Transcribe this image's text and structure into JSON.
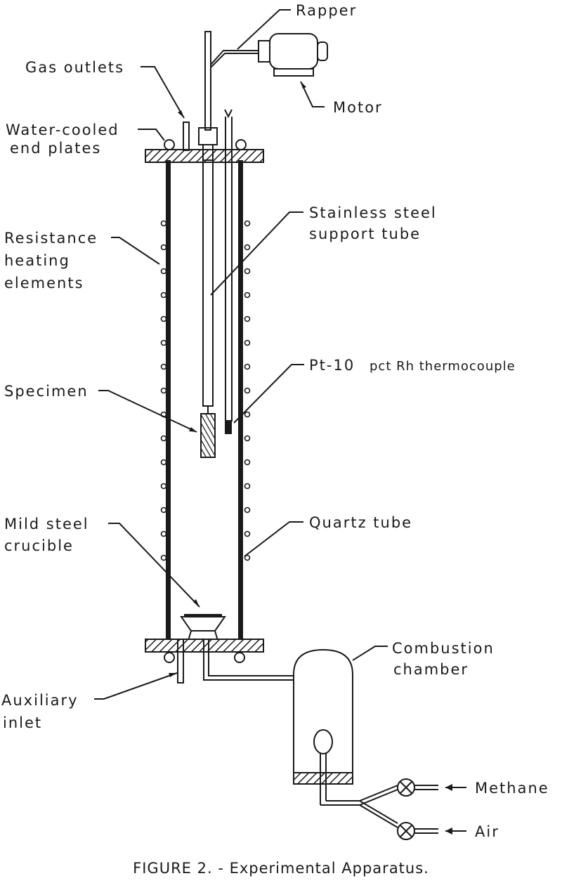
{
  "labels": {
    "rapper": "Rapper",
    "gas_outlets": "Gas outlets",
    "motor": "Motor",
    "water_cooled_1": "Water-cooled",
    "water_cooled_2": "end plates",
    "stainless_1": "Stainless steel",
    "stainless_2": "support tube",
    "resistance_1": "Resistance",
    "resistance_2": "heating",
    "resistance_3": "elements",
    "thermocouple_main": "Pt-10",
    "thermocouple_rest": "pct Rh thermocouple",
    "specimen": "Specimen",
    "mild_steel_1": "Mild steel",
    "mild_steel_2": "crucible",
    "quartz_tube": "Quartz tube",
    "combustion_1": "Combustion",
    "combustion_2": "chamber",
    "auxiliary_1": "Auxiliary",
    "auxiliary_2": "inlet",
    "methane": "Methane",
    "air": "Air"
  },
  "caption": "FIGURE 2. - Experimental Apparatus."
}
